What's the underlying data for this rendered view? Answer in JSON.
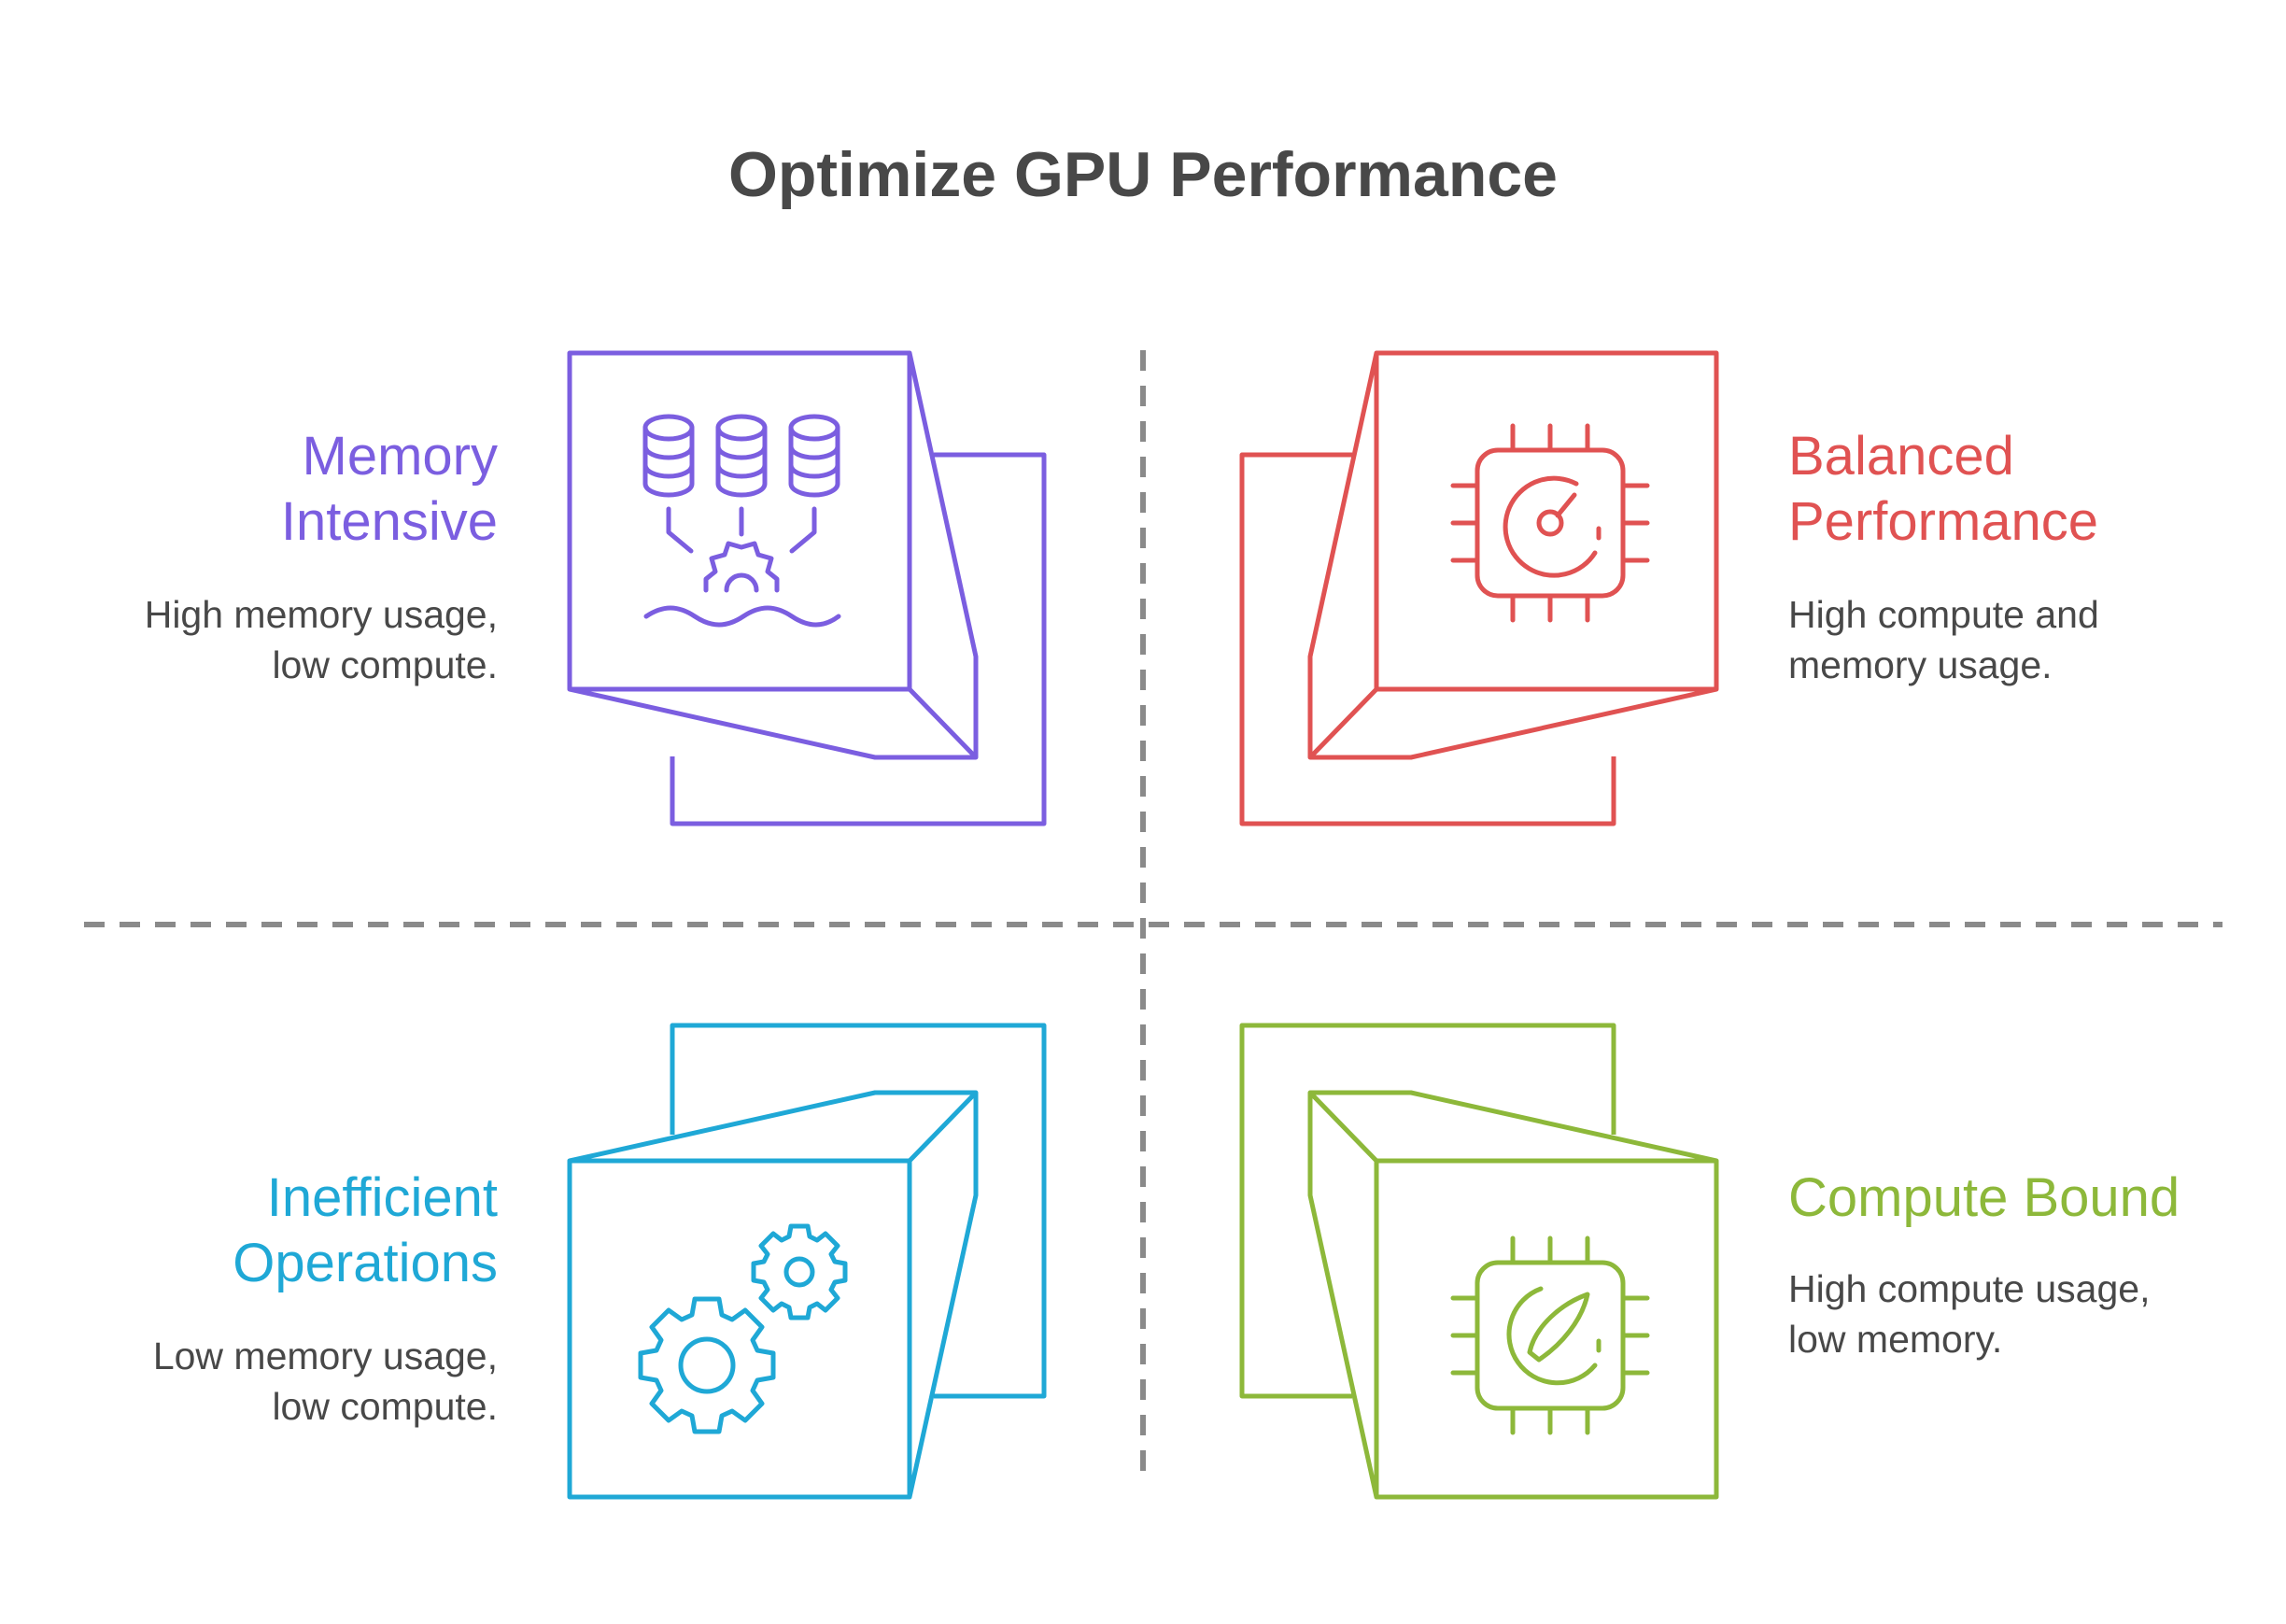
{
  "title": "Optimize GPU Performance",
  "colors": {
    "title": "#484848",
    "text": "#484848",
    "divider": "#8a8a8a",
    "memory": "#7b5ee0",
    "balanced": "#e05252",
    "inefficient": "#1fa8d6",
    "compute": "#8db83a"
  },
  "quadrants": {
    "memory_intensive": {
      "title_line1": "Memory",
      "title_line2": "Intensive",
      "desc_line1": "High memory usage,",
      "desc_line2": "low compute.",
      "icon": "database-gear-icon"
    },
    "balanced_performance": {
      "title_line1": "Balanced",
      "title_line2": "Performance",
      "desc_line1": "High compute and",
      "desc_line2": "memory usage.",
      "icon": "chip-gauge-icon"
    },
    "inefficient_operations": {
      "title_line1": "Inefficient",
      "title_line2": "Operations",
      "desc_line1": "Low memory usage,",
      "desc_line2": "low compute.",
      "icon": "gears-icon"
    },
    "compute_bound": {
      "title_line1": "Compute Bound",
      "desc_line1": "High compute usage,",
      "desc_line2": "low memory.",
      "icon": "chip-gauge-high-icon"
    }
  }
}
